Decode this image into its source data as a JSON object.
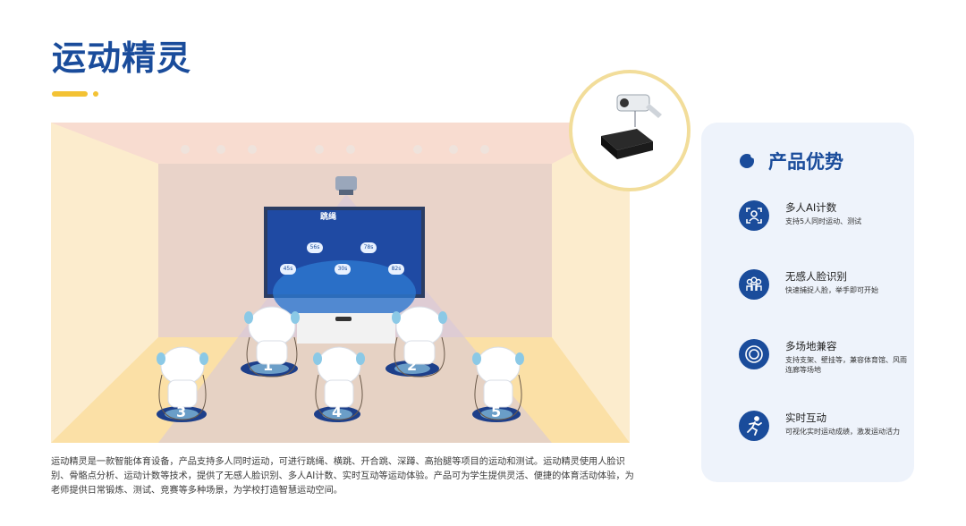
{
  "page": {
    "title": "运动精灵"
  },
  "colors": {
    "brand": "#1a4c9b",
    "accent": "#f3c234",
    "panel_bg": "#eef3fb"
  },
  "screen": {
    "header": "跳绳",
    "tiles": [
      {
        "label": "56s"
      },
      {
        "label": "78s"
      },
      {
        "label": "45s"
      },
      {
        "label": "30s"
      },
      {
        "label": "82s"
      }
    ]
  },
  "mats": [
    "1",
    "2",
    "3",
    "4",
    "5"
  ],
  "description": "运动精灵是一款智能体育设备，产品支持多人同时运动，可进行跳绳、横跳、开合跳、深蹲、高抬腿等项目的运动和测试。运动精灵使用人脸识别、骨骼点分析、运动计数等技术，提供了无感人脸识别、多人AI计数、实时互动等运动体验。产品可为学生提供灵活、便捷的体育活动体验，为老师提供日常锻炼、测试、竞赛等多种场景，为学校打造智慧运动空间。",
  "advantages": {
    "title": "产品优势",
    "items": [
      {
        "icon": "multi-person-scan-icon",
        "title": "多人AI计数",
        "desc": "支持5人同时运动、测试"
      },
      {
        "icon": "face-group-icon",
        "title": "无感人脸识别",
        "desc": "快速捕捉人脸，举手即可开始"
      },
      {
        "icon": "venue-ring-icon",
        "title": "多场地兼容",
        "desc": "支持支架、壁挂等，兼容体育馆、风雨连廊等场地"
      },
      {
        "icon": "running-person-icon",
        "title": "实时互动",
        "desc": "可视化实时运动成绩，激发运动活力"
      }
    ]
  }
}
